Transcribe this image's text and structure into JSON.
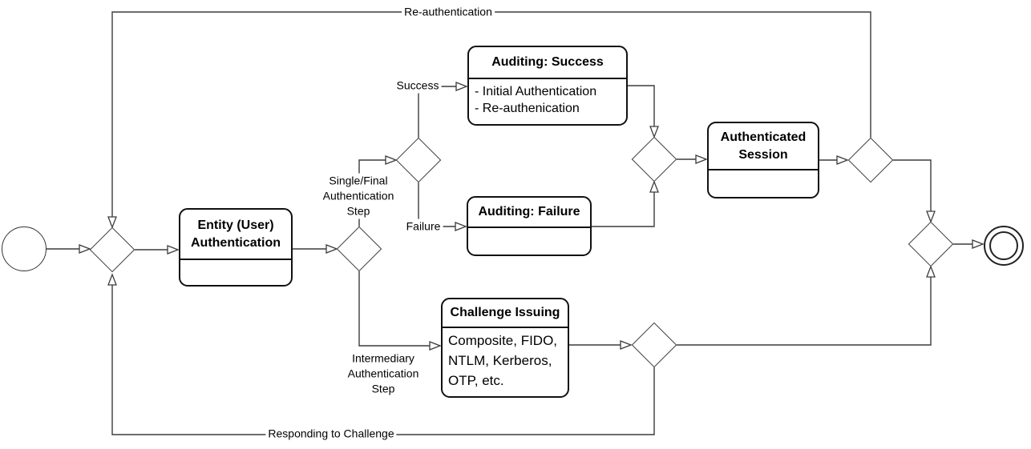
{
  "nodes": {
    "entity": {
      "title": "Entity (User)\nAuthentication",
      "body": ""
    },
    "auditing_success": {
      "title": "Auditing: Success",
      "body": "- Initial Authentication\n- Re-authenication"
    },
    "auditing_failure": {
      "title": "Auditing: Failure",
      "body": ""
    },
    "authenticated_session": {
      "title": "Authenticated\nSession",
      "body": ""
    },
    "challenge_issuing": {
      "title": "Challenge Issuing",
      "body": "Composite, FIDO,\nNTLM, Kerberos,\nOTP, etc."
    }
  },
  "labels": {
    "reauthentication": "Re-authentication",
    "single_final": "Single/Final\nAuthentication\nStep",
    "success": "Success",
    "failure": "Failure",
    "intermediary": "Intermediary\nAuthentication\nStep",
    "responding": "Responding to Challenge"
  },
  "colors": {
    "line": "#3c3c3c",
    "box_border": "#111111",
    "text": "#000000",
    "background": "#ffffff"
  }
}
